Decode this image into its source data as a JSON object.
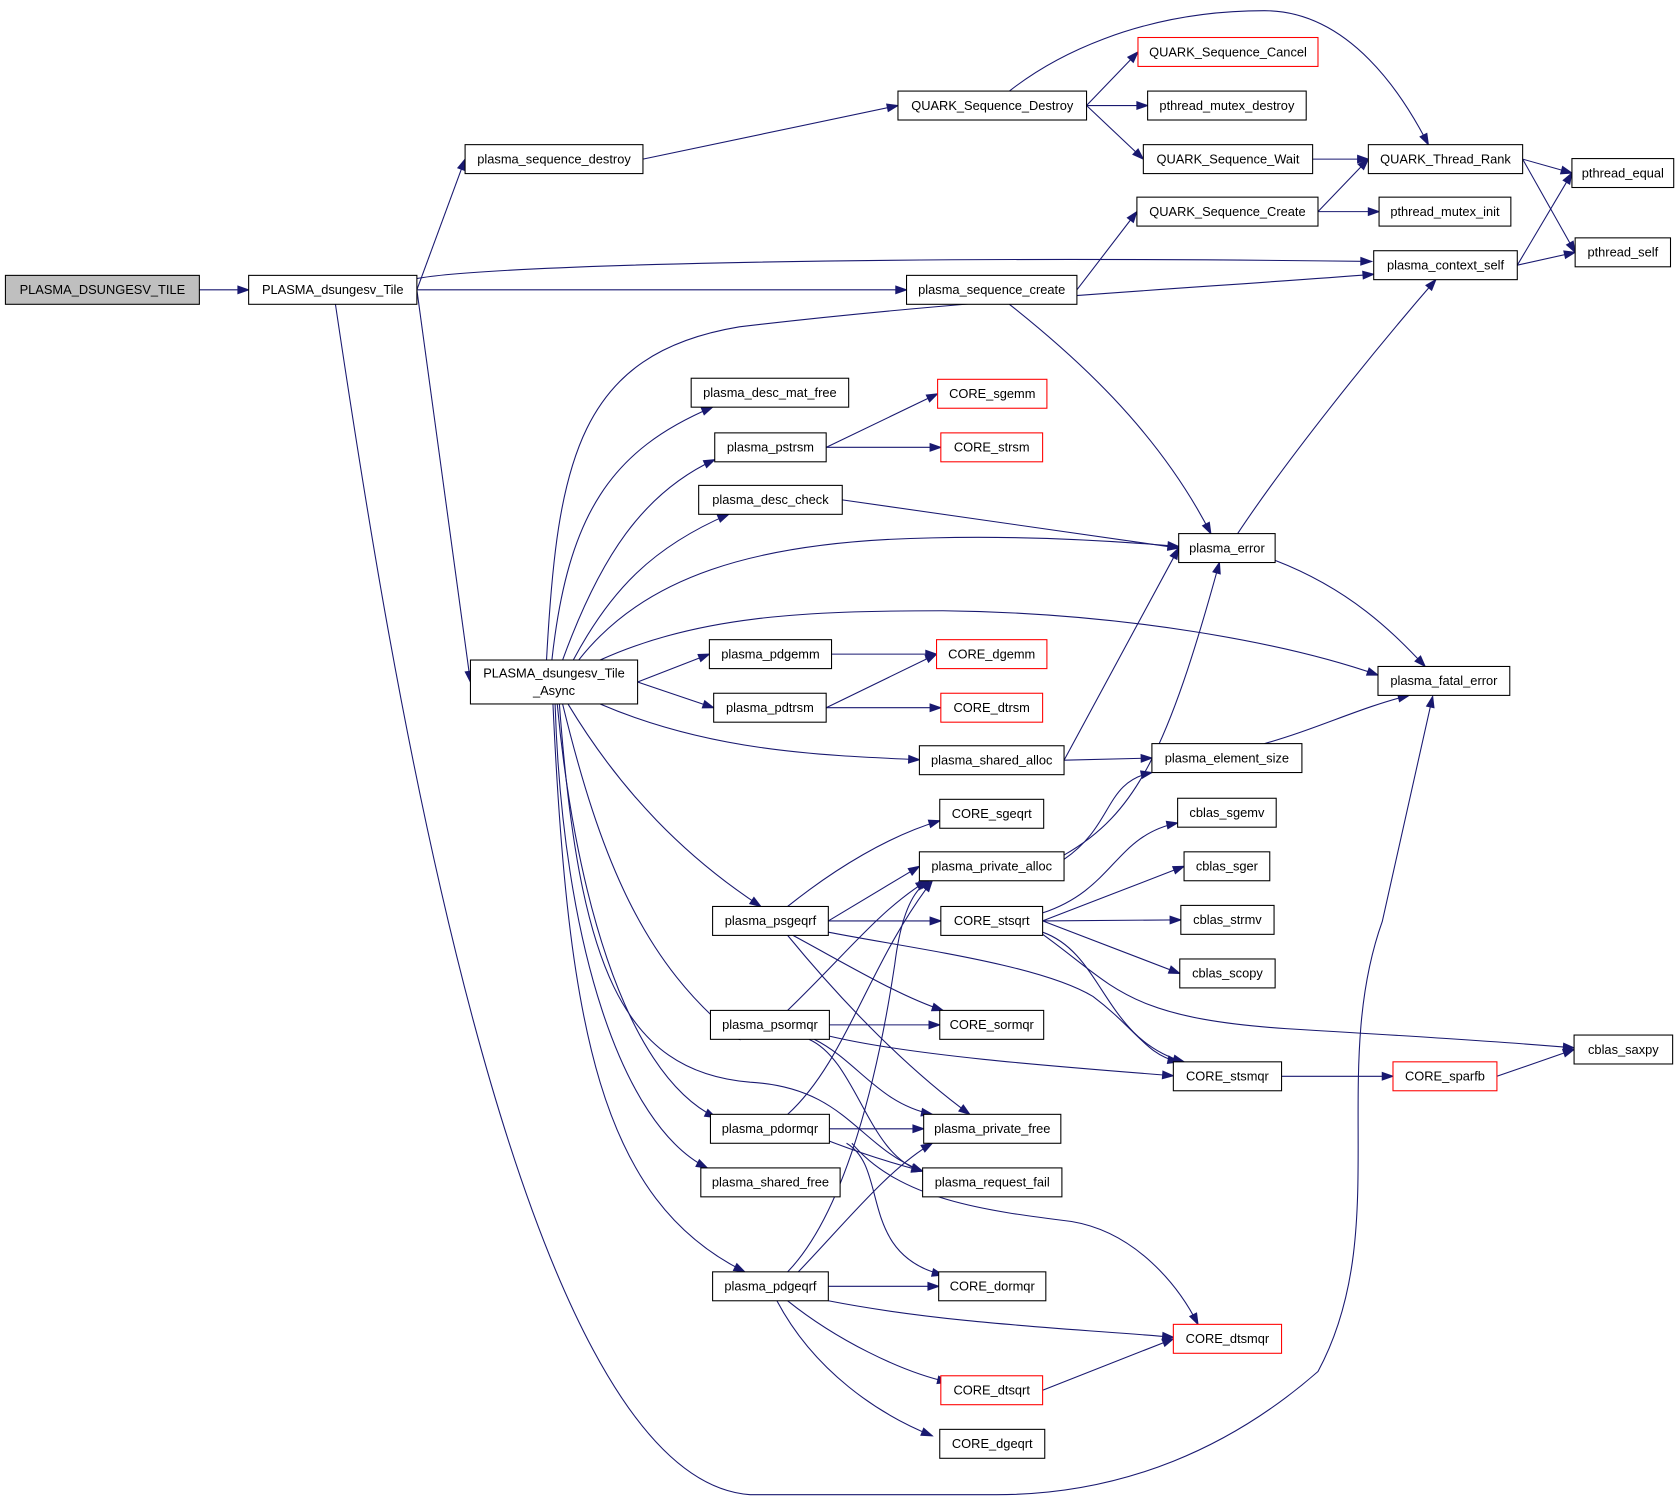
{
  "graph": {
    "type": "call-graph",
    "edge_color": "#191970",
    "node_border_color": "#000000",
    "external_node_border_color": "#ff0000",
    "root_fill_color": "#bfbfbf",
    "nodes": [
      {
        "id": "root",
        "label": "PLASMA_DSUNGESV_TILE",
        "root": true
      },
      {
        "id": "tile",
        "label": "PLASMA_dsungesv_Tile"
      },
      {
        "id": "async",
        "label": "PLASMA_dsungesv_Tile\n_Async"
      },
      {
        "id": "seqdestroy",
        "label": "plasma_sequence_destroy"
      },
      {
        "id": "qseqdestroy",
        "label": "QUARK_Sequence_Destroy"
      },
      {
        "id": "qseqcancel",
        "label": "QUARK_Sequence_Cancel",
        "external": true
      },
      {
        "id": "pmutexdestroy",
        "label": "pthread_mutex_destroy"
      },
      {
        "id": "qseqwait",
        "label": "QUARK_Sequence_Wait"
      },
      {
        "id": "qthreadrank",
        "label": "QUARK_Thread_Rank"
      },
      {
        "id": "qseqcreate",
        "label": "QUARK_Sequence_Create"
      },
      {
        "id": "pmutexinit",
        "label": "pthread_mutex_init"
      },
      {
        "id": "pequal",
        "label": "pthread_equal"
      },
      {
        "id": "pself",
        "label": "pthread_self"
      },
      {
        "id": "ctxself",
        "label": "plasma_context_self"
      },
      {
        "id": "seqcreate",
        "label": "plasma_sequence_create"
      },
      {
        "id": "descmatfree",
        "label": "plasma_desc_mat_free"
      },
      {
        "id": "pstrsm",
        "label": "plasma_pstrsm"
      },
      {
        "id": "csgemm",
        "label": "CORE_sgemm",
        "external": true
      },
      {
        "id": "cstrsm",
        "label": "CORE_strsm",
        "external": true
      },
      {
        "id": "desccheck",
        "label": "plasma_desc_check"
      },
      {
        "id": "perror",
        "label": "plasma_error"
      },
      {
        "id": "fatal",
        "label": "plasma_fatal_error"
      },
      {
        "id": "pdgemm",
        "label": "plasma_pdgemm"
      },
      {
        "id": "cdgemm",
        "label": "CORE_dgemm",
        "external": true
      },
      {
        "id": "pdtrsm",
        "label": "plasma_pdtrsm"
      },
      {
        "id": "cdtrsm",
        "label": "CORE_dtrsm",
        "external": true
      },
      {
        "id": "sharedalloc",
        "label": "plasma_shared_alloc"
      },
      {
        "id": "elemsize",
        "label": "plasma_element_size"
      },
      {
        "id": "csgeqrt",
        "label": "CORE_sgeqrt"
      },
      {
        "id": "privalloc",
        "label": "plasma_private_alloc"
      },
      {
        "id": "cblsgemv",
        "label": "cblas_sgemv"
      },
      {
        "id": "cblsger",
        "label": "cblas_sger"
      },
      {
        "id": "psgeqrf",
        "label": "plasma_psgeqrf"
      },
      {
        "id": "cststqrt",
        "label": "CORE_stsqrt"
      },
      {
        "id": "cblstrmv",
        "label": "cblas_strmv"
      },
      {
        "id": "cblscopy",
        "label": "cblas_scopy"
      },
      {
        "id": "psormqr",
        "label": "plasma_psormqr"
      },
      {
        "id": "csormqr",
        "label": "CORE_sormqr"
      },
      {
        "id": "cblsaxpy",
        "label": "cblas_saxpy"
      },
      {
        "id": "cststmqr",
        "label": "CORE_stsmqr"
      },
      {
        "id": "cspafb",
        "label": "CORE_sparfb",
        "external": true
      },
      {
        "id": "pdormqr",
        "label": "plasma_pdormqr"
      },
      {
        "id": "privfree",
        "label": "plasma_private_free"
      },
      {
        "id": "sharedfree",
        "label": "plasma_shared_free"
      },
      {
        "id": "reqfail",
        "label": "plasma_request_fail"
      },
      {
        "id": "pdgeqrf",
        "label": "plasma_pdgeqrf"
      },
      {
        "id": "cdormqr",
        "label": "CORE_dormqr"
      },
      {
        "id": "cdtsmqr",
        "label": "CORE_dtsmqr",
        "external": true
      },
      {
        "id": "cdtsqrt",
        "label": "CORE_dtsqrt",
        "external": true
      },
      {
        "id": "cdgeqrt",
        "label": "CORE_dgeqrt"
      }
    ],
    "edges": [
      {
        "from": "root",
        "to": "tile"
      },
      {
        "from": "tile",
        "to": "seqdestroy"
      },
      {
        "from": "tile",
        "to": "ctxself"
      },
      {
        "from": "tile",
        "to": "seqcreate"
      },
      {
        "from": "tile",
        "to": "async"
      },
      {
        "from": "tile",
        "to": "fatal"
      },
      {
        "from": "seqdestroy",
        "to": "qseqdestroy"
      },
      {
        "from": "qseqdestroy",
        "to": "qseqcancel"
      },
      {
        "from": "qseqdestroy",
        "to": "pmutexdestroy"
      },
      {
        "from": "qseqdestroy",
        "to": "qseqwait"
      },
      {
        "from": "qseqdestroy",
        "to": "qthreadrank"
      },
      {
        "from": "qseqwait",
        "to": "qthreadrank"
      },
      {
        "from": "qseqcreate",
        "to": "qthreadrank"
      },
      {
        "from": "qseqcreate",
        "to": "pmutexinit"
      },
      {
        "from": "qthreadrank",
        "to": "pequal"
      },
      {
        "from": "qthreadrank",
        "to": "pself"
      },
      {
        "from": "ctxself",
        "to": "pequal"
      },
      {
        "from": "ctxself",
        "to": "pself"
      },
      {
        "from": "seqcreate",
        "to": "qseqcreate"
      },
      {
        "from": "seqcreate",
        "to": "perror"
      },
      {
        "from": "async",
        "to": "ctxself"
      },
      {
        "from": "async",
        "to": "descmatfree"
      },
      {
        "from": "async",
        "to": "pstrsm"
      },
      {
        "from": "async",
        "to": "desccheck"
      },
      {
        "from": "async",
        "to": "perror"
      },
      {
        "from": "async",
        "to": "fatal"
      },
      {
        "from": "async",
        "to": "pdgemm"
      },
      {
        "from": "async",
        "to": "pdtrsm"
      },
      {
        "from": "async",
        "to": "sharedalloc"
      },
      {
        "from": "async",
        "to": "psgeqrf"
      },
      {
        "from": "async",
        "to": "psormqr"
      },
      {
        "from": "async",
        "to": "pdormqr"
      },
      {
        "from": "async",
        "to": "sharedfree"
      },
      {
        "from": "async",
        "to": "pdgeqrf"
      },
      {
        "from": "async",
        "to": "reqfail"
      },
      {
        "from": "pstrsm",
        "to": "csgemm"
      },
      {
        "from": "pstrsm",
        "to": "cstrsm"
      },
      {
        "from": "desccheck",
        "to": "perror"
      },
      {
        "from": "perror",
        "to": "ctxself"
      },
      {
        "from": "perror",
        "to": "fatal"
      },
      {
        "from": "pdgemm",
        "to": "cdgemm"
      },
      {
        "from": "pdtrsm",
        "to": "cdgemm"
      },
      {
        "from": "pdtrsm",
        "to": "cdtrsm"
      },
      {
        "from": "sharedalloc",
        "to": "perror"
      },
      {
        "from": "sharedalloc",
        "to": "elemsize"
      },
      {
        "from": "elemsize",
        "to": "fatal"
      },
      {
        "from": "privalloc",
        "to": "perror"
      },
      {
        "from": "privalloc",
        "to": "elemsize"
      },
      {
        "from": "psgeqrf",
        "to": "csgeqrt"
      },
      {
        "from": "psgeqrf",
        "to": "privalloc"
      },
      {
        "from": "psgeqrf",
        "to": "cststqrt"
      },
      {
        "from": "psgeqrf",
        "to": "csormqr"
      },
      {
        "from": "psgeqrf",
        "to": "cststmqr"
      },
      {
        "from": "psgeqrf",
        "to": "privfree"
      },
      {
        "from": "cststqrt",
        "to": "cblsgemv"
      },
      {
        "from": "cststqrt",
        "to": "cblsger"
      },
      {
        "from": "cststqrt",
        "to": "cblstrmv"
      },
      {
        "from": "cststqrt",
        "to": "cblscopy"
      },
      {
        "from": "cststqrt",
        "to": "cblsaxpy"
      },
      {
        "from": "cststqrt",
        "to": "cststmqr"
      },
      {
        "from": "psormqr",
        "to": "privalloc"
      },
      {
        "from": "psormqr",
        "to": "csormqr"
      },
      {
        "from": "psormqr",
        "to": "cststmqr"
      },
      {
        "from": "psormqr",
        "to": "privfree"
      },
      {
        "from": "psormqr",
        "to": "reqfail"
      },
      {
        "from": "cststmqr",
        "to": "cspafb"
      },
      {
        "from": "cspafb",
        "to": "cblsaxpy"
      },
      {
        "from": "pdormqr",
        "to": "privalloc"
      },
      {
        "from": "pdormqr",
        "to": "privfree"
      },
      {
        "from": "pdormqr",
        "to": "reqfail"
      },
      {
        "from": "pdormqr",
        "to": "cdormqr"
      },
      {
        "from": "pdormqr",
        "to": "cdtsmqr"
      },
      {
        "from": "pdgeqrf",
        "to": "privalloc"
      },
      {
        "from": "pdgeqrf",
        "to": "privfree"
      },
      {
        "from": "pdgeqrf",
        "to": "cdormqr"
      },
      {
        "from": "pdgeqrf",
        "to": "cdtsmqr"
      },
      {
        "from": "pdgeqrf",
        "to": "cdtsqrt"
      },
      {
        "from": "pdgeqrf",
        "to": "cdgeqrt"
      },
      {
        "from": "cdtsqrt",
        "to": "cdtsmqr"
      }
    ]
  }
}
